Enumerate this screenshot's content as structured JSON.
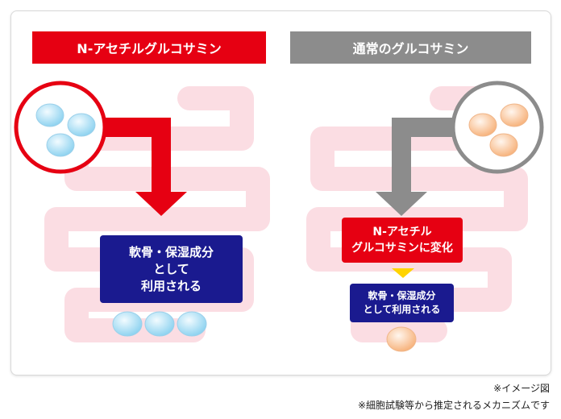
{
  "left_panel": {
    "header": "N-アセチルグルコサミン",
    "result_box": "軟骨・保湿成分\nとして\n利用される"
  },
  "right_panel": {
    "header": "通常のグルコサミン",
    "convert_box": "N-アセチル\nグルコサミンに変化",
    "result_box": "軟骨・保湿成分\nとして利用される"
  },
  "notes": {
    "image_note": "※イメージ図",
    "mechanism_note": "※細胞試験等から推定されるメカニズムです"
  },
  "colors": {
    "red": "#e60012",
    "gray": "#8c8c8c",
    "navy": "#1a1a8f",
    "intestine_pink": "#fbdde3",
    "bead_blue": "#bfe6f7",
    "bead_orange": "#fcd3b0"
  }
}
